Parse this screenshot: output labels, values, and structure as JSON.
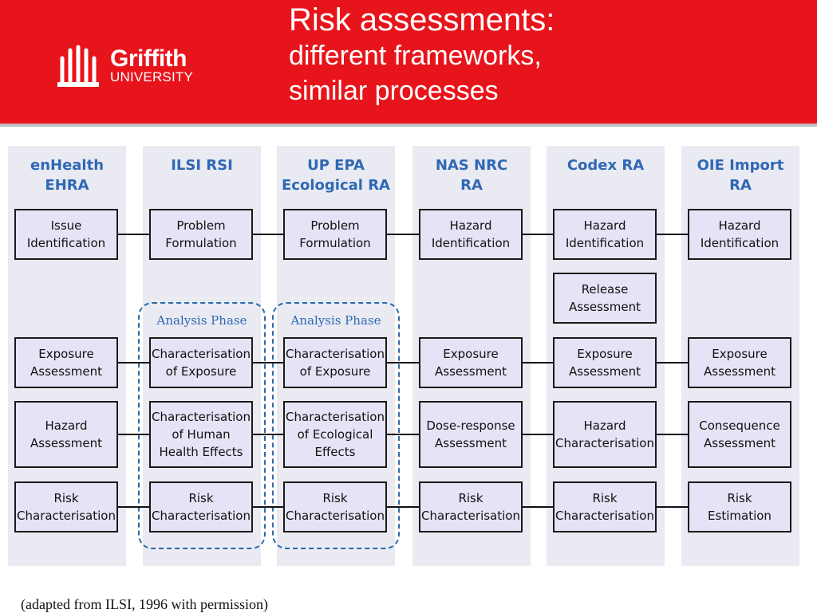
{
  "header": {
    "logo_word": "Griffith",
    "logo_sub": "UNIVERSITY",
    "title_main": "Risk assessments:",
    "title_line2": "different frameworks,",
    "title_line3": "similar processes"
  },
  "columns": [
    {
      "head1": "enHealth",
      "head2": "EHRA"
    },
    {
      "head1": "ILSI RSI",
      "head2": ""
    },
    {
      "head1": "UP EPA",
      "head2": "Ecological RA"
    },
    {
      "head1": "NAS NRC",
      "head2": "RA"
    },
    {
      "head1": "Codex RA",
      "head2": ""
    },
    {
      "head1": "OIE Import",
      "head2": "RA"
    }
  ],
  "phase_label": "Analysis Phase",
  "boxes": {
    "row1": [
      [
        "Issue",
        "Identification"
      ],
      [
        "Problem",
        "Formulation"
      ],
      [
        "Problem",
        "Formulation"
      ],
      [
        "Hazard",
        "Identification"
      ],
      [
        "Hazard",
        "Identification"
      ],
      [
        "Hazard",
        "Identification"
      ]
    ],
    "release": [
      "Release",
      "Assessment"
    ],
    "row2": [
      [
        "Exposure",
        "Assessment"
      ],
      [
        "Characterisation",
        "of Exposure"
      ],
      [
        "Characterisation",
        "of Exposure"
      ],
      [
        "Exposure",
        "Assessment"
      ],
      [
        "Exposure",
        "Assessment"
      ],
      [
        "Exposure",
        "Assessment"
      ]
    ],
    "row3": [
      [
        "Hazard",
        "Assessment"
      ],
      [
        "Characterisation",
        "of Human",
        "Health Effects"
      ],
      [
        "Characterisation",
        "of  Ecological",
        "Effects"
      ],
      [
        "Dose-response",
        "Assessment"
      ],
      [
        "Hazard",
        "Characterisation"
      ],
      [
        "Consequence",
        "Assessment"
      ]
    ],
    "row4": [
      [
        "Risk",
        "Characterisation"
      ],
      [
        "Risk",
        "Characterisation"
      ],
      [
        "Risk",
        "Characterisation"
      ],
      [
        "Risk",
        "Characterisation"
      ],
      [
        "Risk",
        "Characterisation"
      ],
      [
        "Risk",
        "Estimation"
      ]
    ]
  },
  "caption": "(adapted from ILSI, 1996 with permission)"
}
